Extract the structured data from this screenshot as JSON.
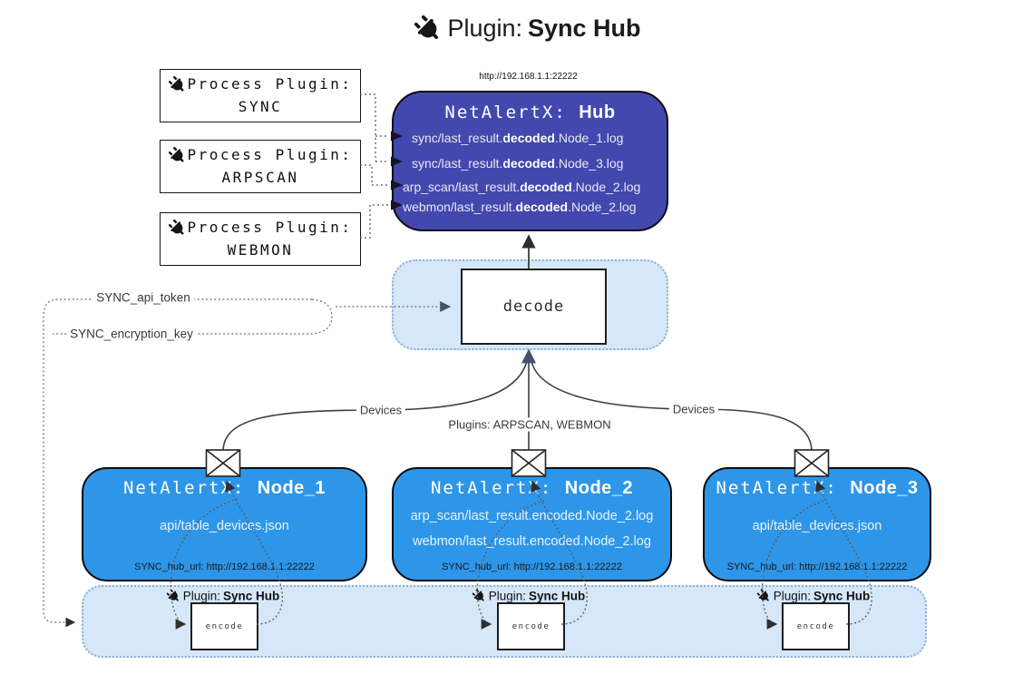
{
  "title": {
    "prefix": "Plugin:",
    "name": "Sync Hub"
  },
  "process_plugins": [
    {
      "label": "Process Plugin:",
      "name": "SYNC"
    },
    {
      "label": "Process Plugin:",
      "name": "ARPSCAN"
    },
    {
      "label": "Process Plugin:",
      "name": "WEBMON"
    }
  ],
  "hub": {
    "url": "http://192.168.1.1:22222",
    "title_prefix": "NetAlertX:",
    "title_name": "Hub",
    "files": [
      {
        "pre": "sync/last_result.",
        "bold": "decoded",
        "post": ".Node_1.log"
      },
      {
        "pre": "sync/last_result.",
        "bold": "decoded",
        "post": ".Node_3.log"
      },
      {
        "pre": "arp_scan/last_result.",
        "bold": "decoded",
        "post": ".Node_2.log"
      },
      {
        "pre": "webmon/last_result.",
        "bold": "decoded",
        "post": ".Node_2.log"
      }
    ]
  },
  "decode": {
    "label": "decode"
  },
  "keys": {
    "api_token": "SYNC_api_token",
    "encryption_key": "SYNC_encryption_key"
  },
  "edge_labels": {
    "devices_left": "Devices",
    "devices_right": "Devices",
    "plugins": "Plugins: ARPSCAN, WEBMON"
  },
  "nodes": [
    {
      "title_prefix": "NetAlertX:",
      "title_name": "Node_1",
      "files": [
        "api/table_devices.json"
      ],
      "hub_url": "SYNC_hub_url: http://192.168.1.1:22222"
    },
    {
      "title_prefix": "NetAlertX:",
      "title_name": "Node_2",
      "files": [
        "arp_scan/last_result.encoded.Node_2.log",
        "webmon/last_result.encoded.Node_2.log"
      ],
      "hub_url": "SYNC_hub_url: http://192.168.1.1:22222"
    },
    {
      "title_prefix": "NetAlertX:",
      "title_name": "Node_3",
      "files": [
        "api/table_devices.json"
      ],
      "hub_url": "SYNC_hub_url: http://192.168.1.1:22222"
    }
  ],
  "encode_band": {
    "plugin_prefix": "Plugin:",
    "plugin_name": "Sync Hub",
    "encode_label": "encode"
  },
  "colors": {
    "hub_fill": "#4348ae",
    "node_fill": "#2e96e8",
    "band_fill": "#d5e7f8",
    "wire": "#3f3f3f",
    "arrow_navy": "#415976"
  }
}
